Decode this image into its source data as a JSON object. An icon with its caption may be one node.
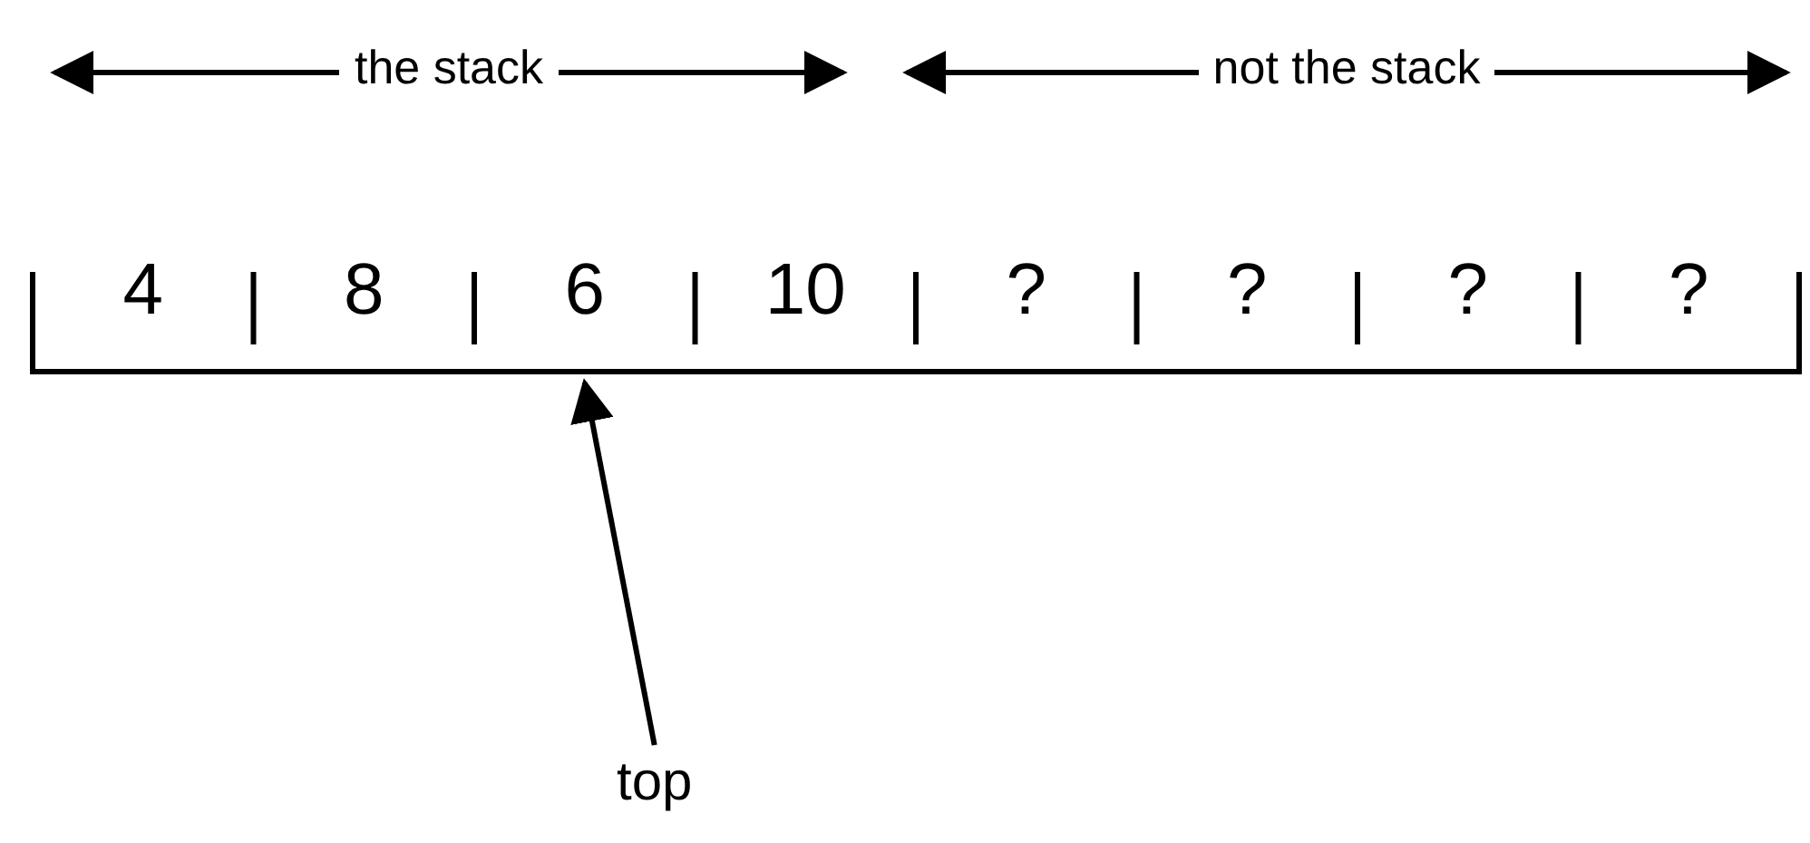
{
  "diagram": {
    "nodes": [
      {
        "text": [
          "4"
        ]
      },
      {
        "text": [
          "8"
        ]
      },
      {
        "text": [
          "6"
        ]
      },
      {
        "text": [
          "10"
        ]
      },
      {
        "text": [
          "?"
        ]
      },
      {
        "text": [
          "?"
        ]
      },
      {
        "text": [
          "?"
        ]
      },
      {
        "text": [
          "?"
        ]
      },
      {
        "text": [
          "top"
        ]
      }
    ],
    "edges": [
      {
        "from": 8,
        "to": 2,
        "arrow": "to"
      }
    ],
    "labels": [
      "the stack",
      "not the stack"
    ]
  }
}
